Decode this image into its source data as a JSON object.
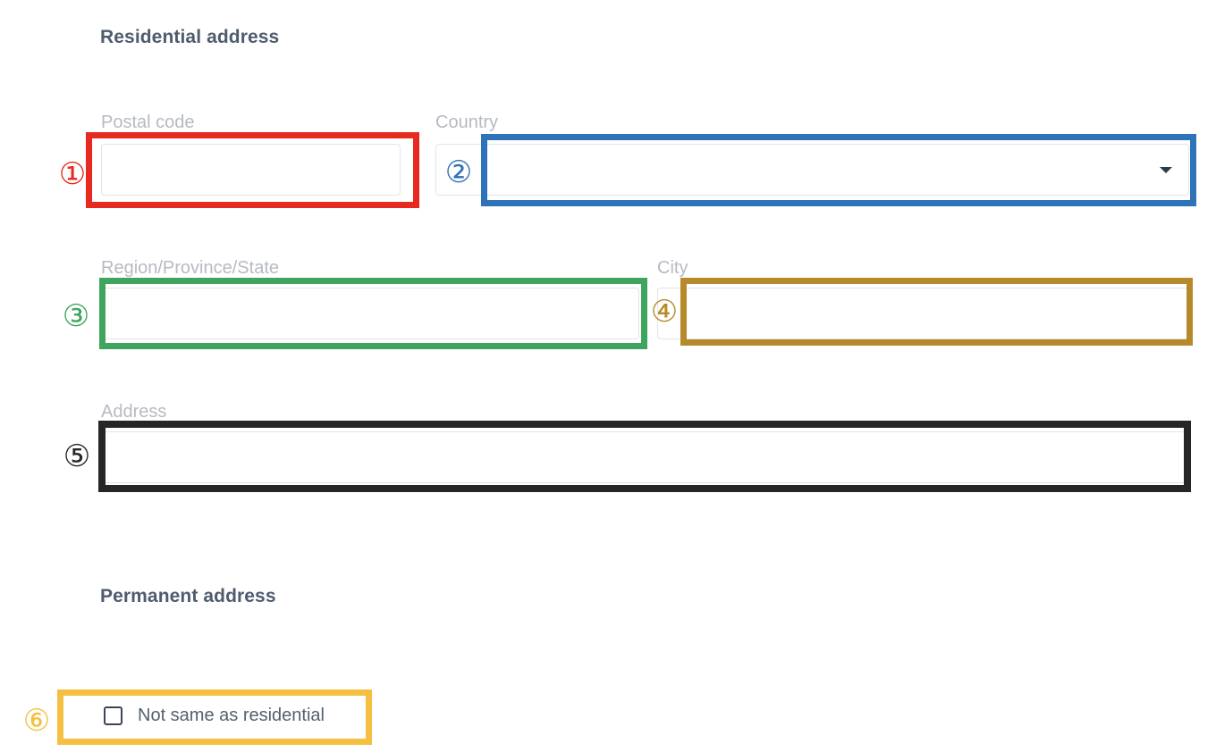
{
  "sections": {
    "residential": {
      "heading": "Residential address"
    },
    "permanent": {
      "heading": "Permanent address"
    }
  },
  "fields": {
    "postal_code": {
      "label": "Postal code",
      "value": "",
      "placeholder": ""
    },
    "country": {
      "label": "Country",
      "value": "",
      "placeholder": "",
      "caret": "chevron-down-icon"
    },
    "region": {
      "label": "Region/Province/State",
      "value": "",
      "placeholder": ""
    },
    "city": {
      "label": "City",
      "value": "",
      "placeholder": ""
    },
    "address": {
      "label": "Address",
      "value": "",
      "placeholder": ""
    }
  },
  "checkbox": {
    "label": "Not same as residential",
    "checked": false
  },
  "annotations": [
    {
      "id": 1,
      "marker": "①",
      "color": "#e8291f",
      "target": "postal-code-field"
    },
    {
      "id": 2,
      "marker": "②",
      "color": "#2e72b8",
      "target": "country-select"
    },
    {
      "id": 3,
      "marker": "③",
      "color": "#3fa45d",
      "target": "region-field"
    },
    {
      "id": 4,
      "marker": "④",
      "color": "#b68a2a",
      "target": "city-field"
    },
    {
      "id": 5,
      "marker": "⑤",
      "color": "#262626",
      "target": "address-field"
    },
    {
      "id": 6,
      "marker": "⑥",
      "color": "#f5c042",
      "target": "not-same-as-residential-checkbox"
    }
  ],
  "colors": {
    "heading_text": "#4e5c6e",
    "label_text": "#b6bac1",
    "input_border": "#e2e4e9",
    "page_background": "#ffffff"
  }
}
